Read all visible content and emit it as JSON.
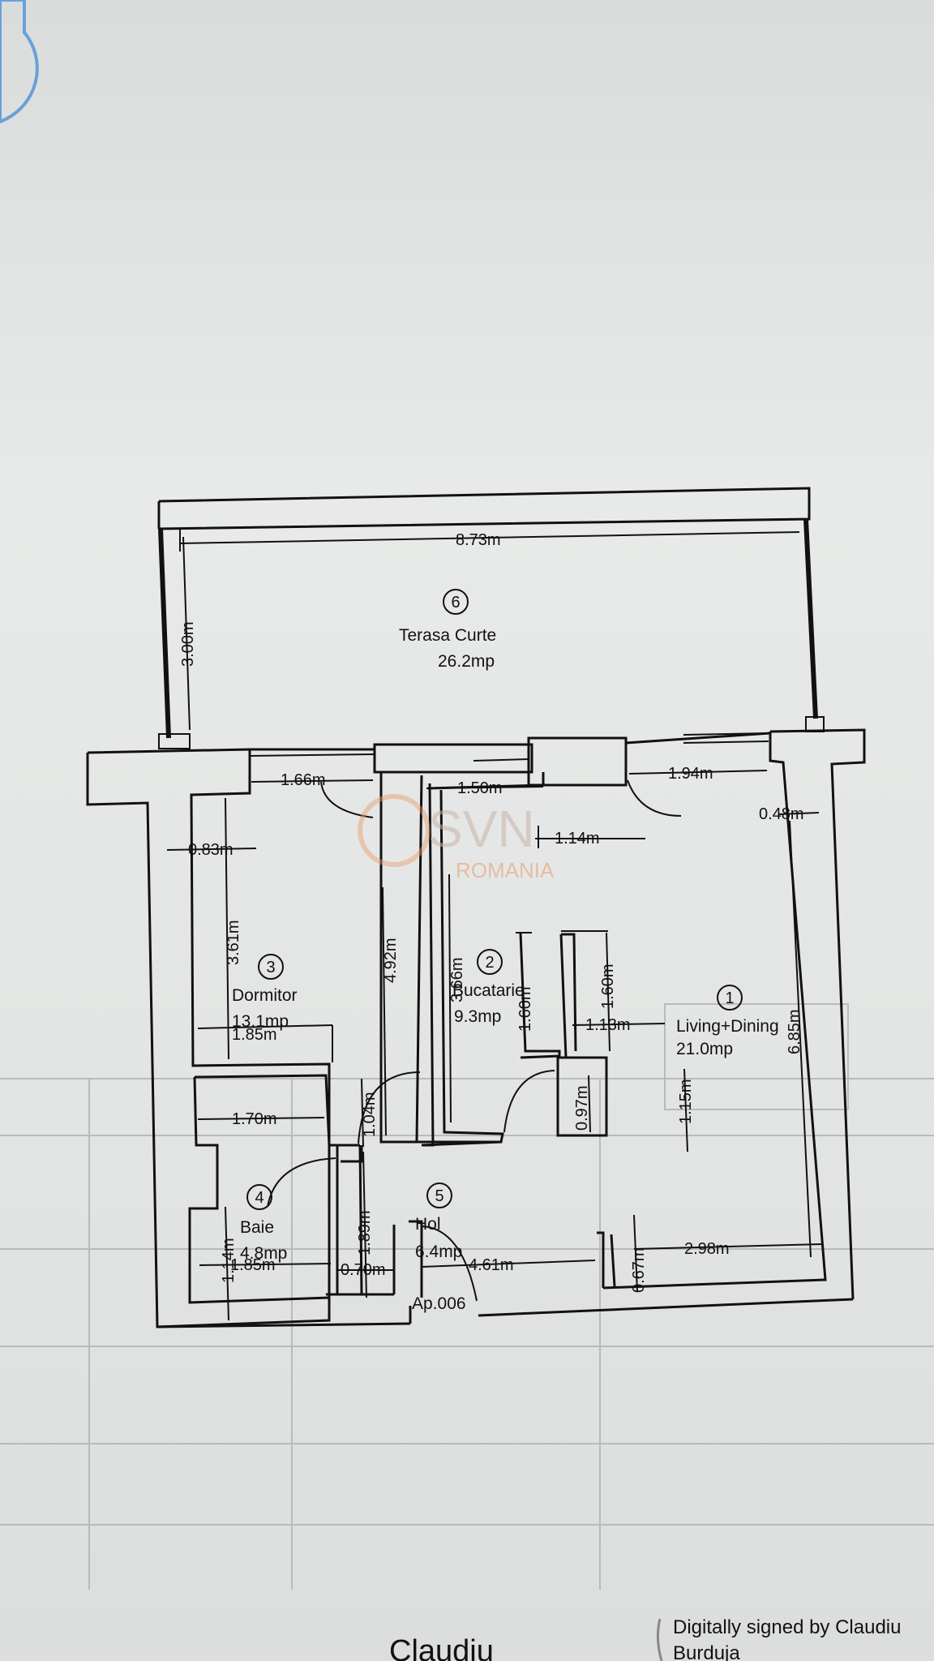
{
  "rooms": [
    {
      "number": "1",
      "name": "Living+Dining",
      "area": "21.0mp"
    },
    {
      "number": "2",
      "name": "Bucatarie",
      "area": "9.3mp"
    },
    {
      "number": "3",
      "name": "Dormitor",
      "area": "13.1mp"
    },
    {
      "number": "4",
      "name": "Baie",
      "area": "4.8mp"
    },
    {
      "number": "5",
      "name": "Hol",
      "area": "6.4mp"
    },
    {
      "number": "6",
      "name": "Terasa Curte",
      "area": "26.2mp"
    }
  ],
  "dimensions": {
    "terrace_width": "8.73m",
    "terrace_depth": "3.00m",
    "d_1_66": "1.66m",
    "d_1_50": "1.50m",
    "d_1_94": "1.94m",
    "d_0_48": "0.48m",
    "d_1_14a": "1.14m",
    "d_0_83": "0.83m",
    "d_3_61": "3.61m",
    "d_4_92": "4.92m",
    "d_3_66": "3.66m",
    "d_1_60a": "1.60m",
    "d_1_60b": "1.60m",
    "d_1_13": "1.13m",
    "d_6_85": "6.85m",
    "d_1_85a": "1.85m",
    "d_1_04": "1.04m",
    "d_0_97": "0.97m",
    "d_1_15": "1.15m",
    "d_1_70": "1.70m",
    "d_1_89": "1.89m",
    "d_1_14b": "1.14m",
    "d_1_85b": "1.85m",
    "d_0_70": "0.70m",
    "d_4_61": "4.61m",
    "d_0_67": "0.67m",
    "d_2_98": "2.98m"
  },
  "apartment": "Ap.006",
  "watermark": {
    "brand": "SVN",
    "country": "ROMANIA"
  },
  "footer": {
    "signer": "Claudiu",
    "signature_note": "Digitally signed by Claudiu",
    "signature_name": "Burduja"
  },
  "colors": {
    "ink": "#111111",
    "paper": "#e4e6e5",
    "stamp": "#6aa0d8",
    "watermark": "#e69a6a"
  }
}
